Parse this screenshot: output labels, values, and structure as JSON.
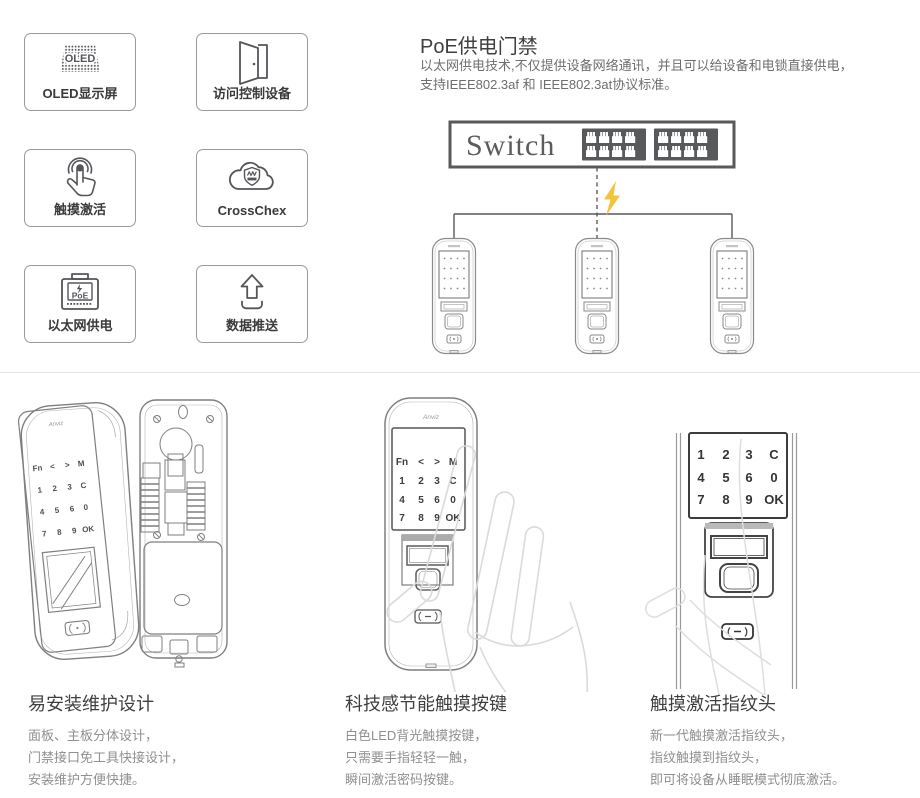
{
  "features": {
    "items": [
      {
        "label": "OLED显示屏"
      },
      {
        "label": "访问控制设备"
      },
      {
        "label": "触摸激活"
      },
      {
        "label": "CrossChex"
      },
      {
        "label": "以太网供电"
      },
      {
        "label": "数据推送"
      }
    ],
    "oled_icon_text": "OLED",
    "poe_icon_text": "PoE"
  },
  "poe_section": {
    "title": "PoE供电门禁",
    "desc_line1": "以太网供电技术,不仅提供设备网络通讯，并且可以给设备和电锁直接供电，",
    "desc_line2": "支持IEEE802.3af 和 IEEE802.3at协议标准。",
    "switch_label": "Switch"
  },
  "device": {
    "brand": "Anviz",
    "keypad": [
      [
        "Fn",
        "<",
        ">",
        "M"
      ],
      [
        "1",
        "2",
        "3",
        "C"
      ],
      [
        "4",
        "5",
        "6",
        "0"
      ],
      [
        "7",
        "8",
        "9",
        "OK"
      ]
    ]
  },
  "sections": [
    {
      "title": "易安装维护设计",
      "lines": [
        "面板、主板分体设计，",
        "门禁接口免工具快接设计，",
        "安装维护方便快捷。"
      ]
    },
    {
      "title": "科技感节能触摸按键",
      "lines": [
        "白色LED背光触摸按键，",
        "只需要手指轻轻一触，",
        "瞬间激活密码按键。"
      ]
    },
    {
      "title": "触摸激活指纹头",
      "lines": [
        "新一代触摸激活指纹头，",
        "指纹触摸到指纹头，",
        "即可将设备从睡眠模式彻底激活。"
      ]
    }
  ],
  "colors": {
    "line_dark": "#58595b",
    "line_gray": "#8a8a8a",
    "lightning": "#f3c43a",
    "title_text": "#3f3f3f",
    "body_text": "#8f8f8f"
  }
}
